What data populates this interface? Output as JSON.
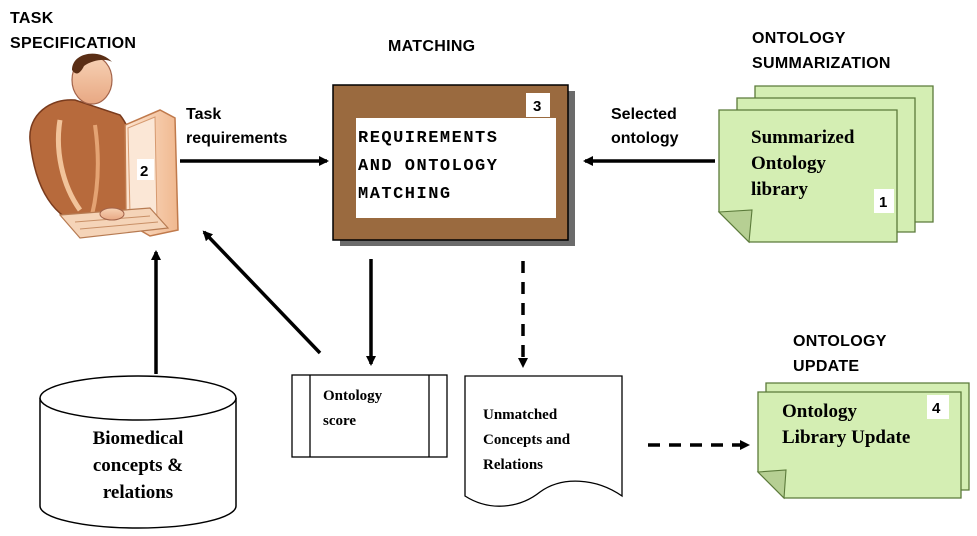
{
  "headers": {
    "task_spec_line1": "TASK",
    "task_spec_line2": "SPECIFICATION",
    "matching": "MATCHING",
    "summarization_line1": "ONTOLOGY",
    "summarization_line2": "SUMMARIZATION",
    "update_line1": "ONTOLOGY",
    "update_line2": "UPDATE"
  },
  "labels": {
    "task_req_line1": "Task",
    "task_req_line2": "requirements",
    "selected_line1": "Selected",
    "selected_line2": "ontology"
  },
  "matching_box": {
    "number": "3",
    "line1": "REQUIREMENTS",
    "line2": "AND ONTOLOGY",
    "line3": "MATCHING"
  },
  "summarized_library": {
    "line1": "Summarized",
    "line2": "Ontology",
    "line3": "library",
    "number": "1"
  },
  "person": {
    "number": "2"
  },
  "database": {
    "line1": "Biomedical",
    "line2": "concepts &",
    "line3": "relations"
  },
  "score_box": {
    "line1": "Ontology",
    "line2": "score"
  },
  "unmatched_doc": {
    "line1": "Unmatched",
    "line2": "Concepts and",
    "line3": "Relations"
  },
  "update_note": {
    "line1": "Ontology",
    "line2": "Library Update",
    "number": "4"
  },
  "colors": {
    "matching_box_fill": "#9a6a3f",
    "note_fill": "#d4eeb3",
    "note_stroke": "#5b7a3a"
  }
}
